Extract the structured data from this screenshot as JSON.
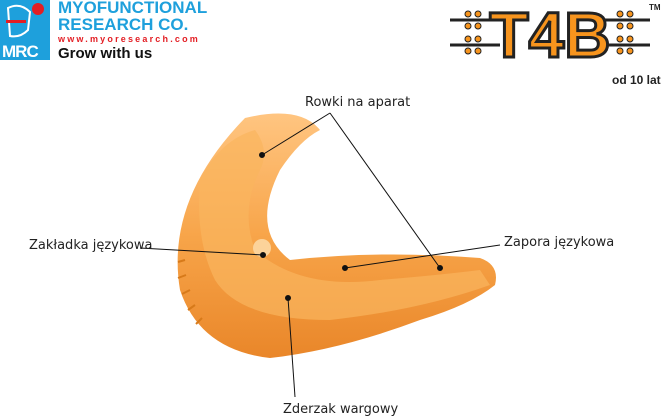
{
  "logo": {
    "abbr": "MRC",
    "line1": "MYOFUNCTIONAL",
    "line2": "RESEARCH CO.",
    "url": "www.myoresearch.com",
    "tagline": "Grow with us"
  },
  "product_logo": {
    "name": "T4B",
    "trademark": "TM",
    "age": "od 10 lat"
  },
  "labels": {
    "rowki": "Rowki na aparat",
    "zakladka": "Zakładka językowa",
    "zapora": "Zapora językowa",
    "zderzak": "Zderzak wargowy"
  },
  "colors": {
    "brand_blue": "#1ea0dc",
    "brand_red": "#e31e24",
    "orange": "#f7941d"
  }
}
